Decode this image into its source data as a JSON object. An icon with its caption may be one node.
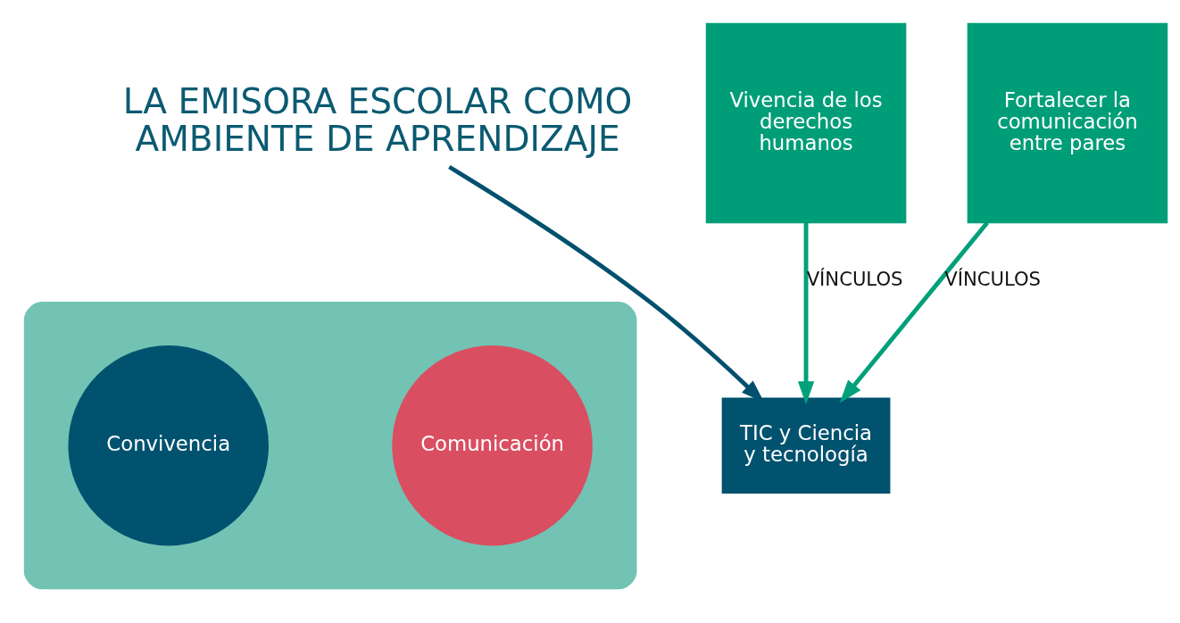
{
  "diagram": {
    "nodes": [
      {
        "text": [
          "LA EMISORA ESCOLAR COMO AMBIENTE DE APRENDIZAJE"
        ]
      },
      {
        "text": [
          "Vivencia de los derechos humanos"
        ]
      },
      {
        "text": [],
        "shape": "ellipse"
      },
      {
        "text": [
          "Convivencia"
        ],
        "in": 2
      },
      {
        "text": [
          "Comunicación"
        ],
        "in": 2
      },
      {
        "text": [
          "Fortalecer la comunicación entre pares"
        ]
      },
      {
        "text": [
          "TIC y Ciencia y tecnología"
        ]
      }
    ],
    "edges": [
      {
        "from": 0,
        "to": 6,
        "arrow": "to",
        "color": "#00506e"
      },
      {
        "from": 1,
        "to": 6,
        "arrow": "to",
        "label": "VÍNCULOS"
      },
      {
        "from": 5,
        "to": 6,
        "arrow": "to",
        "label": "VÍNCULOS"
      }
    ]
  }
}
